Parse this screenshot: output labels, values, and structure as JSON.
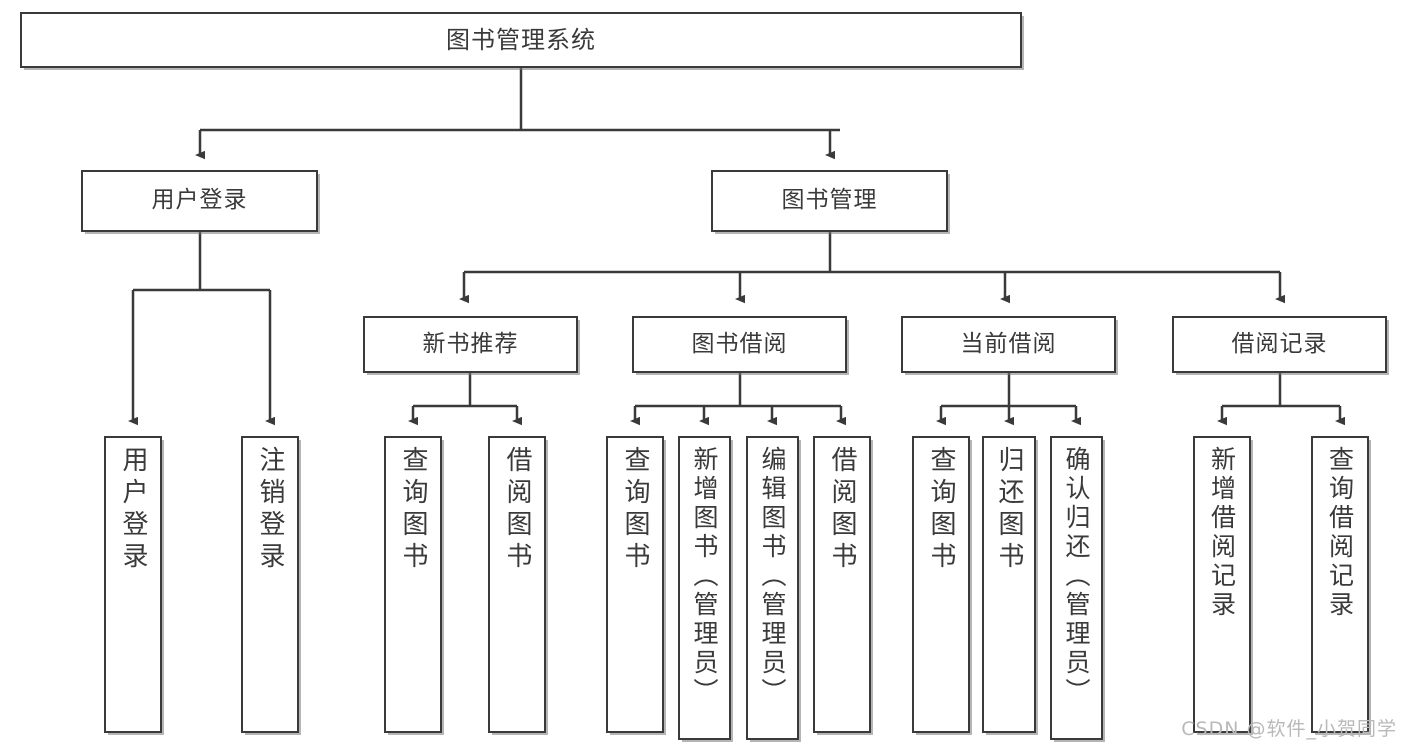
{
  "diagram": {
    "title": "图书管理系统",
    "watermark": "CSDN @软件_小贺同学",
    "style": {
      "box_fill": "#ffffff",
      "box_border": "#3a3a3a",
      "text_color": "#3a3a3a",
      "connector_color": "#3a3a3a",
      "background": "#ffffff",
      "shadow": "#787878"
    },
    "root": {
      "label": "图书管理系统"
    },
    "level2": [
      {
        "label": "用户登录"
      },
      {
        "label": "图书管理"
      }
    ],
    "level3": [
      {
        "label": "新书推荐"
      },
      {
        "label": "图书借阅"
      },
      {
        "label": "当前借阅"
      },
      {
        "label": "借阅记录"
      }
    ],
    "leaves": {
      "user_login": [
        {
          "label": "用户登录"
        },
        {
          "label": "注销登录"
        }
      ],
      "new_book": [
        {
          "label": "查询图书"
        },
        {
          "label": "借阅图书"
        }
      ],
      "book_borrow": [
        {
          "label": "查询图书"
        },
        {
          "label": "新增图书（管理员）"
        },
        {
          "label": "编辑图书（管理员）"
        },
        {
          "label": "借阅图书"
        }
      ],
      "current_borrow": [
        {
          "label": "查询图书"
        },
        {
          "label": "归还图书"
        },
        {
          "label": "确认归还（管理员）"
        }
      ],
      "borrow_record": [
        {
          "label": "新增借阅记录"
        },
        {
          "label": "查询借阅记录"
        }
      ]
    }
  }
}
